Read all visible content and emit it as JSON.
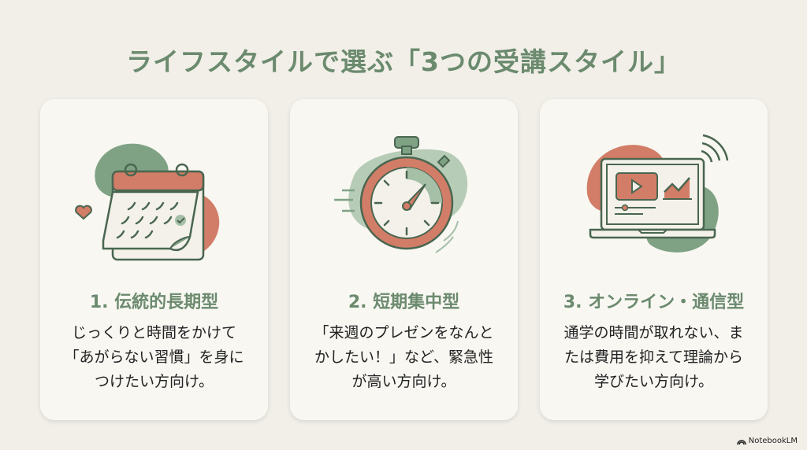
{
  "title": "ライフスタイルで選ぶ「3つの受講スタイル」",
  "colors": {
    "green": "#6b8a6e",
    "terracotta": "#d27d67",
    "outline": "#4a6650",
    "background": "#f1efe8",
    "card": "#f8f7f2"
  },
  "cards": [
    {
      "icon": "calendar-icon",
      "heading": "1. 伝統的長期型",
      "desc": "じっくりと時間をかけて「あがらない習慣」を身につけたい方向け。"
    },
    {
      "icon": "stopwatch-icon",
      "heading": "2. 短期集中型",
      "desc": "「来週のプレゼンをなんとかしたい！」など、緊急性が高い方向け。"
    },
    {
      "icon": "laptop-icon",
      "heading": "3. オンライン・通信型",
      "desc": "通学の時間が取れない、または費用を抑えて理論から学びたい方向け。"
    }
  ],
  "footer": {
    "brand": "NotebookLM",
    "icon": "notebooklm-logo-icon"
  }
}
